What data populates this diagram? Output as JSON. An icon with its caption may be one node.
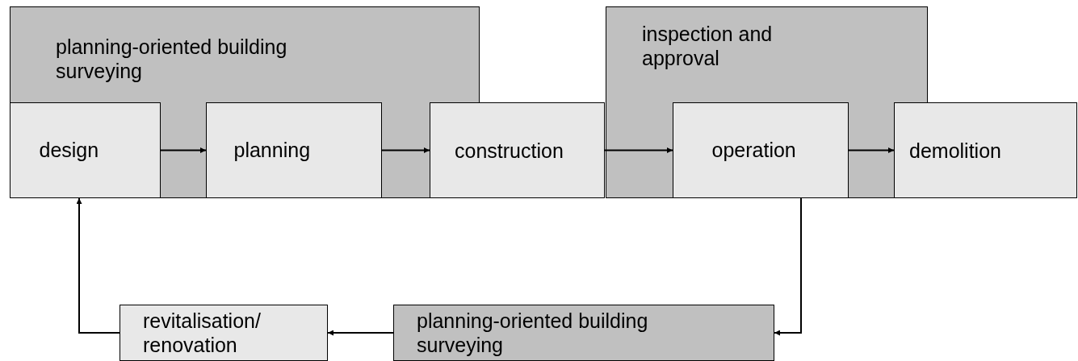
{
  "diagram": {
    "nodes": [
      {
        "text": [
          "planning-oriented building surveying"
        ]
      },
      {
        "text": [
          "design"
        ],
        "in": 0
      },
      {
        "text": [
          "planning"
        ],
        "in": 0
      },
      {
        "text": [
          "inspection and approval"
        ]
      },
      {
        "text": [
          "construction"
        ]
      },
      {
        "text": [
          "operation"
        ],
        "in": 3
      },
      {
        "text": [
          "demolition"
        ]
      },
      {
        "text": [
          "planning-oriented building surveying"
        ]
      },
      {
        "text": [
          "revitalisation/ renovation"
        ]
      }
    ],
    "edges": [
      {
        "from": 1,
        "to": 2,
        "arrow": "to"
      },
      {
        "from": 2,
        "to": 4,
        "arrow": "to"
      },
      {
        "from": 4,
        "to": 5,
        "arrow": "to"
      },
      {
        "from": 5,
        "to": 6,
        "arrow": "to"
      },
      {
        "from": 5,
        "to": 7,
        "arrow": "to"
      },
      {
        "from": 7,
        "to": 8,
        "arrow": "to"
      },
      {
        "from": 8,
        "to": 1,
        "arrow": "to"
      }
    ]
  }
}
